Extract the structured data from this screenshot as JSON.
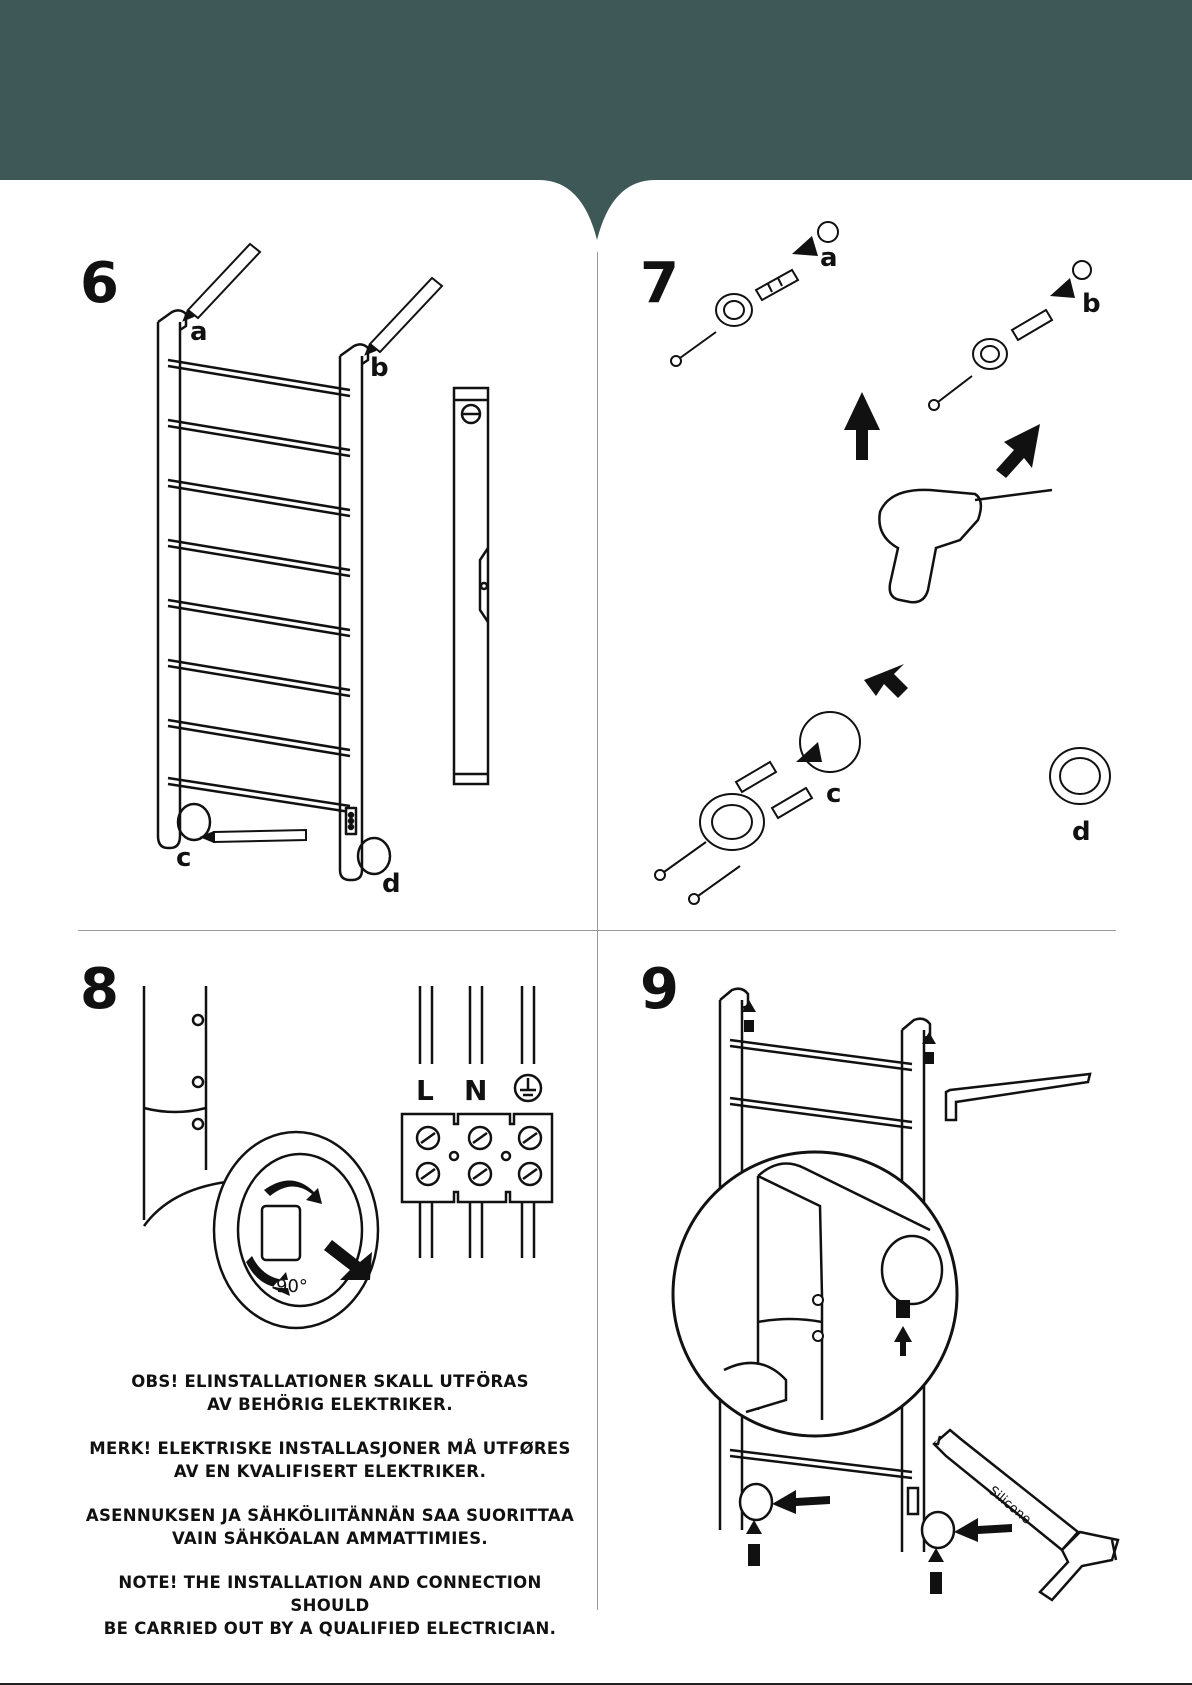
{
  "colors": {
    "header": "#3d5856",
    "ink": "#111111",
    "divider": "#9a9a9a"
  },
  "steps": {
    "s6": {
      "number": "6",
      "labels": {
        "a": "a",
        "b": "b",
        "c": "c",
        "d": "d"
      }
    },
    "s7": {
      "number": "7",
      "labels": {
        "a": "a",
        "b": "b",
        "c": "c",
        "d": "d"
      }
    },
    "s8": {
      "number": "8",
      "wires": {
        "l": "L",
        "n": "N"
      },
      "rotation": "90°",
      "notices": [
        {
          "line1": "OBS! ELINSTALLATIONER SKALL UTFÖRAS",
          "line2": "AV BEHÖRIG ELEKTRIKER."
        },
        {
          "line1": "MERK! ELEKTRISKE INSTALLASJONER MÅ UTFØRES",
          "line2": "AV EN KVALIFISERT ELEKTRIKER."
        },
        {
          "line1": "ASENNUKSEN JA SÄHKÖLIITÄNNÄN SAA SUORITTAA",
          "line2": "VAIN SÄHKÖALAN AMMATTIMIES."
        },
        {
          "line1": "NOTE! THE INSTALLATION AND CONNECTION SHOULD",
          "line2": "BE CARRIED OUT BY A QUALIFIED ELECTRICIAN."
        }
      ]
    },
    "s9": {
      "number": "9",
      "silicone_label": "Silicone"
    }
  },
  "icons": [
    "pencil-icon",
    "spirit-level-icon",
    "drill-icon",
    "screw-icon",
    "wall-plug-icon",
    "arrow-icon",
    "allen-key-icon",
    "silicone-gun-icon",
    "earth-symbol-icon"
  ]
}
